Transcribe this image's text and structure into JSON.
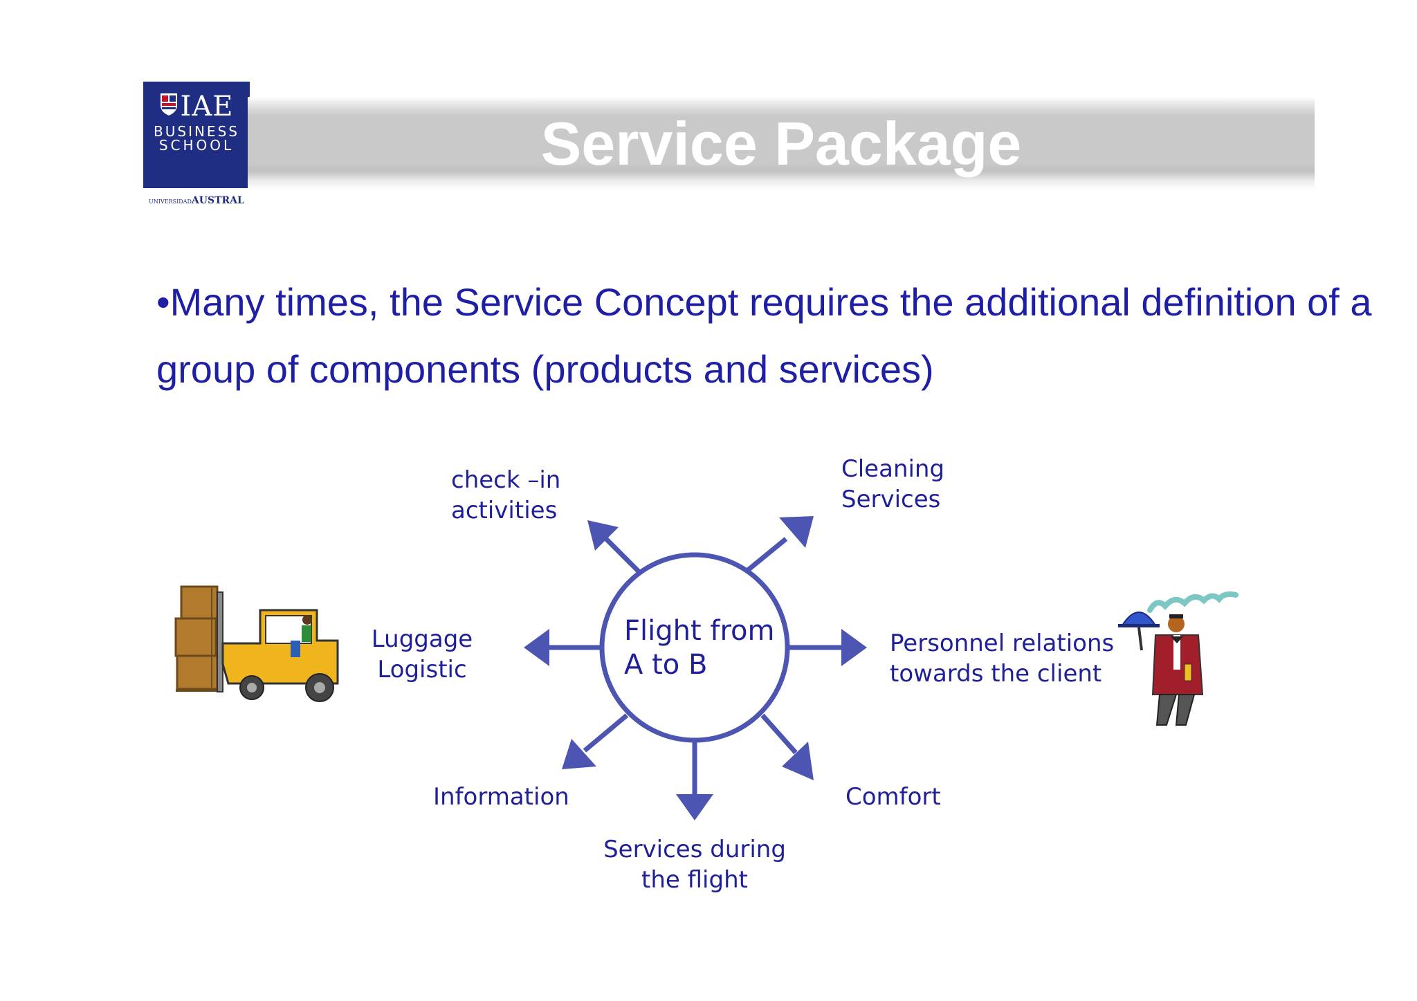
{
  "logo": {
    "brand": "IAE",
    "line2": "BUSINESS",
    "line3": "SCHOOL",
    "university_prefix": "UNIVERSIDAD",
    "university": "AUSTRAL"
  },
  "title": "Service Package",
  "bullet": "•Many times, the Service Concept requires the additional definition of a group of components (products and services)",
  "diagram": {
    "center": [
      "Flight from",
      "A to B"
    ],
    "nodes": {
      "checkin": [
        "check –in",
        "activities"
      ],
      "cleaning": [
        "Cleaning",
        "Services"
      ],
      "luggage": [
        "Luggage",
        "Logistic"
      ],
      "personnel": [
        "Personnel relations",
        "towards the client"
      ],
      "information": [
        "Information"
      ],
      "comfort": [
        "Comfort"
      ],
      "services_flight": [
        "Services during",
        "the flight"
      ]
    }
  },
  "colors": {
    "title_band": "#c9c9c9",
    "logo_bg": "#1f2e83",
    "text_blue": "#1f1fa6",
    "diagram_blue": "#4d55b3"
  }
}
